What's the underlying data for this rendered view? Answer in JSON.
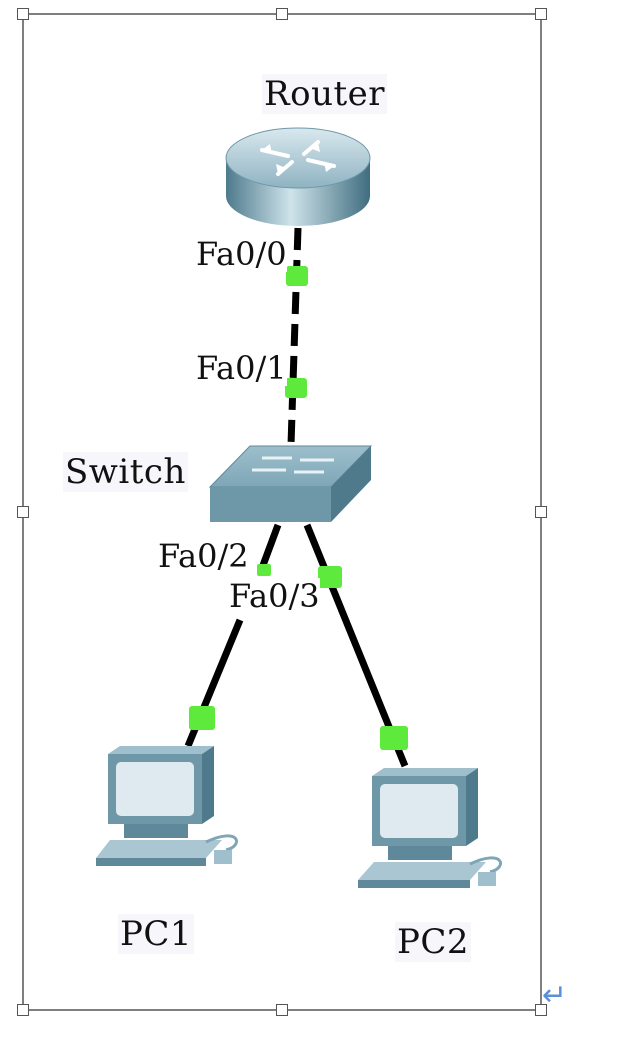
{
  "devices": {
    "router": "Router",
    "switch": "Switch",
    "pc1": "PC1",
    "pc2": "PC2"
  },
  "ports": {
    "router_fa00": "Fa0/0",
    "switch_fa01": "Fa0/1",
    "switch_fa02": "Fa0/2",
    "switch_fa03": "Fa0/3"
  },
  "colors": {
    "link_indicator": "#5dea3c",
    "cable": "#000000",
    "device_blue": "#6f97a8",
    "frame": "#555555",
    "return_mark": "#5b8fd8"
  },
  "paragraph_mark": "↵"
}
